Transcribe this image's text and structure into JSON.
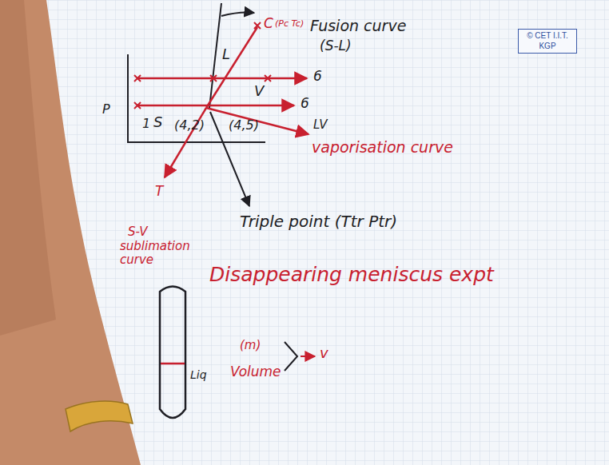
{
  "diagram": {
    "nodes": [
      {
        "text": [
          "© CET I.I.T. KGP"
        ]
      }
    ],
    "labels": [
      "C",
      "(Pc Tc)",
      "Fusion curve",
      "(S-L)",
      "L",
      "V",
      "6",
      "6",
      "P",
      "1",
      "S",
      "(4,2)",
      "(4,5)",
      "LV",
      "vaporisation curve",
      "T",
      "Triple point (Ttr Ptr)",
      "S-V",
      "sublimation curve",
      "Disappearing meniscus expt",
      "Liq",
      "(m)",
      "Volume",
      "v"
    ]
  }
}
